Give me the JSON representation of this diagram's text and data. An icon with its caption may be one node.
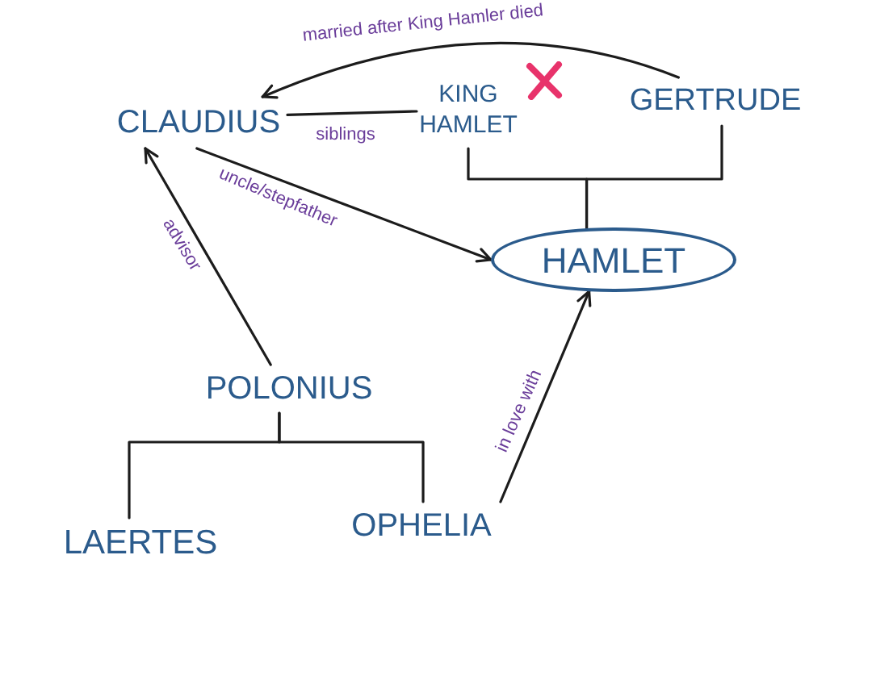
{
  "diagram": {
    "nodes": [
      {
        "text": [
          "CLAUDIUS"
        ]
      },
      {
        "text": [
          "KING HAMLET"
        ]
      },
      {
        "text": [
          "GERTRUDE"
        ]
      },
      {
        "text": [
          "HAMLET"
        ]
      },
      {
        "text": [
          "POLONIUS"
        ]
      },
      {
        "text": [
          "LAERTES"
        ]
      },
      {
        "text": [
          "OPHELIA"
        ]
      }
    ],
    "edges": [
      {
        "from": 2,
        "to": 0,
        "arrow": "to",
        "label": "married after King Hamler died"
      },
      {
        "from": 0,
        "to": 1,
        "arrow": "none",
        "label": "siblings"
      },
      {
        "from": 0,
        "to": 3,
        "arrow": "to",
        "label": "uncle/stepfather"
      },
      {
        "from": 4,
        "to": 0,
        "arrow": "to",
        "label": "advisor"
      },
      {
        "from": 1,
        "to": 3,
        "arrow": "none"
      },
      {
        "from": 2,
        "to": 3,
        "arrow": "none"
      },
      {
        "from": 4,
        "to": 5,
        "arrow": "none"
      },
      {
        "from": 4,
        "to": 6,
        "arrow": "none"
      },
      {
        "from": 6,
        "to": 3,
        "arrow": "to",
        "label": "in love with"
      }
    ]
  }
}
